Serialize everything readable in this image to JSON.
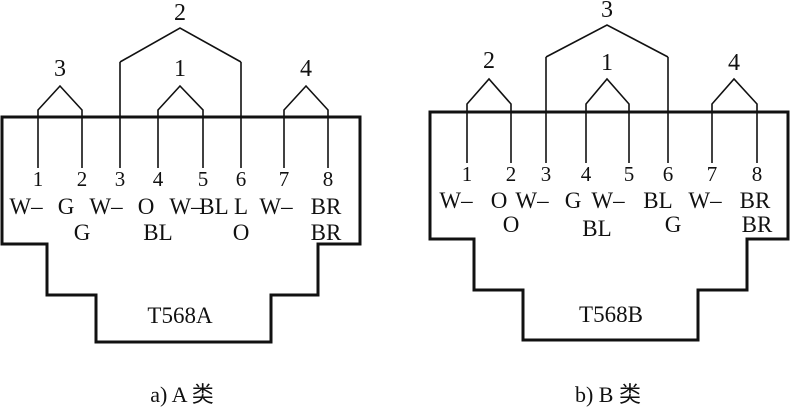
{
  "connector_a": {
    "model": "T568A",
    "caption": "a) A 类",
    "pins": [
      "1",
      "2",
      "3",
      "4",
      "5",
      "6",
      "7",
      "8"
    ],
    "color_row1": [
      "W–",
      "G",
      "W–",
      "O",
      "W–",
      "BL",
      "L",
      "W–",
      "BR"
    ],
    "color_row2": [
      "G",
      "BL",
      "O",
      "BR"
    ],
    "pair_labels": [
      "3",
      "2",
      "1",
      "4"
    ]
  },
  "connector_b": {
    "model": "T568B",
    "caption": "b) B 类",
    "pins": [
      "1",
      "2",
      "3",
      "4",
      "5",
      "6",
      "7",
      "8"
    ],
    "color_row1": [
      "W–",
      "O",
      "W–",
      "G",
      "W–",
      "BL",
      "W–",
      "BR"
    ],
    "color_row2": [
      "O",
      "BL",
      "G",
      "BR"
    ],
    "pair_labels": [
      "2",
      "3",
      "1",
      "4"
    ]
  }
}
